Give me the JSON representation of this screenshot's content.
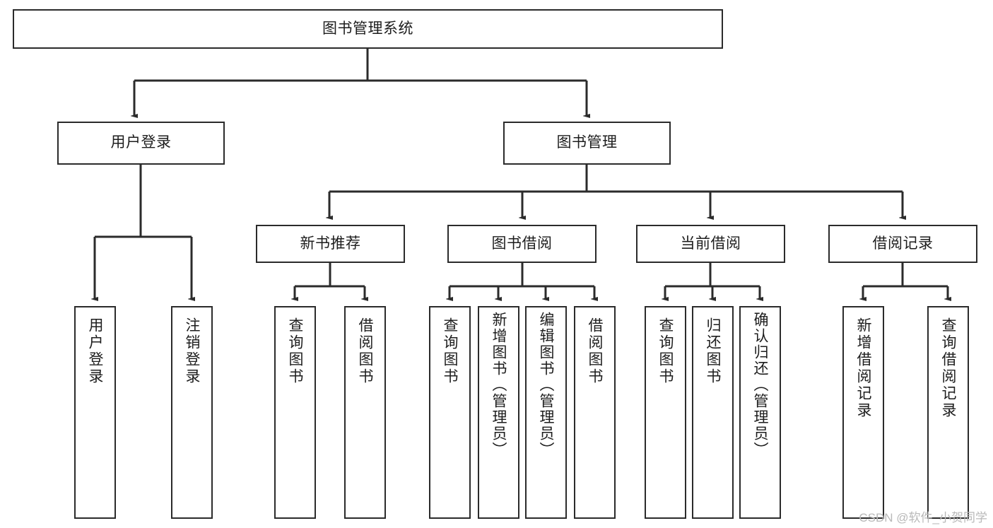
{
  "diagram": {
    "type": "tree-hierarchy",
    "title": "图书管理系统",
    "root": {
      "id": "root",
      "label": "图书管理系统"
    },
    "level1": [
      {
        "id": "user-login",
        "label": "用户登录"
      },
      {
        "id": "book-management",
        "label": "图书管理"
      }
    ],
    "level2": [
      {
        "id": "new-book-recommend",
        "label": "新书推荐",
        "parent": "book-management"
      },
      {
        "id": "book-borrow",
        "label": "图书借阅",
        "parent": "book-management"
      },
      {
        "id": "current-borrow",
        "label": "当前借阅",
        "parent": "book-management"
      },
      {
        "id": "borrow-record",
        "label": "借阅记录",
        "parent": "book-management"
      }
    ],
    "leaves": [
      {
        "id": "leaf-user-login",
        "label": "用户登录",
        "parent": "user-login"
      },
      {
        "id": "leaf-logout-login",
        "label": "注销登录",
        "parent": "user-login"
      },
      {
        "id": "leaf-query-book-1",
        "label": "查询图书",
        "parent": "new-book-recommend"
      },
      {
        "id": "leaf-borrow-book-1",
        "label": "借阅图书",
        "parent": "new-book-recommend"
      },
      {
        "id": "leaf-query-book-2",
        "label": "查询图书",
        "parent": "book-borrow"
      },
      {
        "id": "leaf-add-book",
        "label": "新增图书（管理员）",
        "parent": "book-borrow"
      },
      {
        "id": "leaf-edit-book",
        "label": "编辑图书（管理员）",
        "parent": "book-borrow"
      },
      {
        "id": "leaf-borrow-book-2",
        "label": "借阅图书",
        "parent": "book-borrow"
      },
      {
        "id": "leaf-query-book-3",
        "label": "查询图书",
        "parent": "current-borrow"
      },
      {
        "id": "leaf-return-book",
        "label": "归还图书",
        "parent": "current-borrow"
      },
      {
        "id": "leaf-confirm-return",
        "label": "确认归还（管理员）",
        "parent": "current-borrow"
      },
      {
        "id": "leaf-add-record",
        "label": "新增借阅记录",
        "parent": "borrow-record"
      },
      {
        "id": "leaf-query-record",
        "label": "查询借阅记录",
        "parent": "borrow-record"
      }
    ],
    "colors": {
      "stroke": "#2b2b2b",
      "fill": "#ffffff",
      "text": "#1d1d1d",
      "watermark": "#b9b9b9"
    }
  },
  "watermark": {
    "text": "CSDN @软件_小贺同学"
  }
}
